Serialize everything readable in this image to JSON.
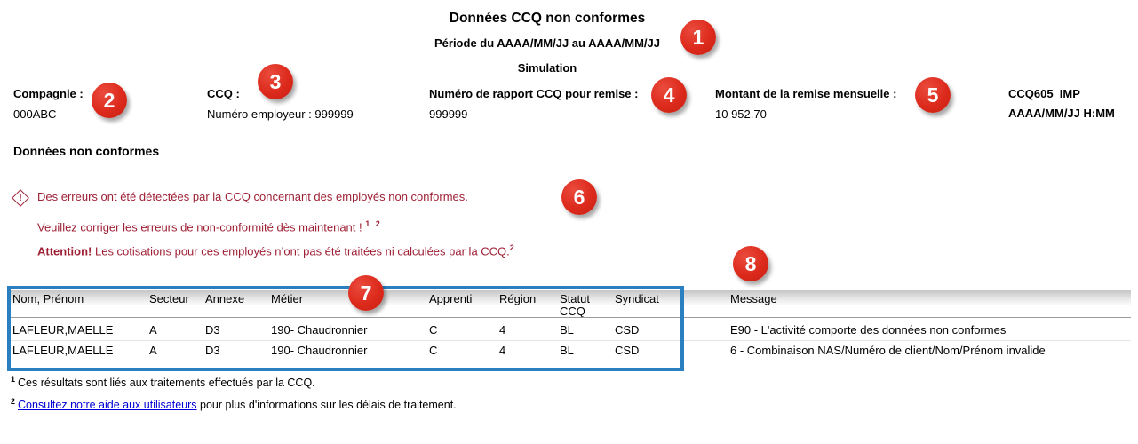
{
  "report": {
    "title": "Données CCQ non conformes",
    "period": "Période du AAAA/MM/JJ au AAAA/MM/JJ",
    "mode": "Simulation",
    "code": "CCQ605_IMP",
    "datetime": "AAAA/MM/JJ H:MM"
  },
  "fields": {
    "compagnie": {
      "label": "Compagnie :",
      "value": "000ABC"
    },
    "ccq": {
      "label": "CCQ :",
      "value": "Numéro employeur : 999999"
    },
    "rapport": {
      "label": "Numéro de rapport CCQ pour remise :",
      "value": "999999"
    },
    "montant": {
      "label": "Montant de la remise mensuelle :",
      "value": "10 952.70"
    }
  },
  "section": {
    "heading": "Données non conformes"
  },
  "alerts": {
    "icon": "error-diamond-icon",
    "icon_glyph": "!",
    "line1": "Des erreurs ont été détectées par la CCQ concernant des employés non conformes.",
    "line2": "Veuillez corriger les erreurs de non-conformité dès maintenant !",
    "line2_sup": "1 2",
    "line3_bold": "Attention!",
    "line3_rest": " Les cotisations pour ces employés n’ont pas été traitées ni calculées par la CCQ.",
    "line3_sup": "2"
  },
  "table": {
    "headers": [
      "Nom, Prénom",
      "Secteur",
      "Annexe",
      "Métier",
      "Apprenti",
      "Région",
      "Statut CCQ",
      "Syndicat",
      "Message"
    ],
    "rows": [
      [
        "LAFLEUR,MAELLE",
        "A",
        "D3",
        "190- Chaudronnier",
        "C",
        "4",
        "BL",
        "CSD",
        "E90 - L'activité comporte des données non conformes"
      ],
      [
        "LAFLEUR,MAELLE",
        "A",
        "D3",
        "190- Chaudronnier",
        "C",
        "4",
        "BL",
        "CSD",
        "6 - Combinaison NAS/Numéro de client/Nom/Prénom invalide"
      ]
    ]
  },
  "footnotes": {
    "fn1_sup": "1",
    "fn1_text": "Ces résultats sont liés aux traitements effectués par la CCQ.",
    "fn2_sup": "2",
    "fn2_link": "Consultez notre aide aux utilisateurs",
    "fn2_text": " pour plus d'informations sur les délais de traitement."
  },
  "callouts": {
    "c1": "1",
    "c2": "2",
    "c3": "3",
    "c4": "4",
    "c5": "5",
    "c6": "6",
    "c7": "7",
    "c8": "8"
  },
  "colors": {
    "alert_red": "#9e2035",
    "badge_red": "#dc2a1c",
    "highlight_blue": "#2a7fc1",
    "link_blue": "#0000d4",
    "header_band_gray": "#c6c6c6"
  }
}
